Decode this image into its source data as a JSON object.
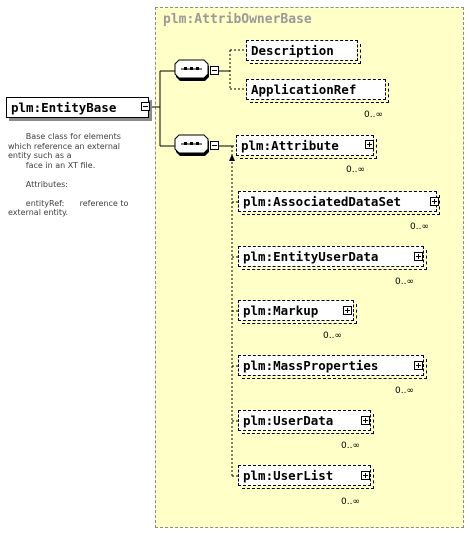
{
  "root": {
    "label": "plm:EntityBase"
  },
  "group": {
    "title": "plm:AttribOwnerBase"
  },
  "sequence1": {
    "items": [
      {
        "label": "Description",
        "card": ""
      },
      {
        "label": "ApplicationRef",
        "card": "0..∞"
      }
    ]
  },
  "sequence2": {
    "items": [
      {
        "label": "plm:Attribute",
        "card": "0..∞"
      },
      {
        "label": "plm:AssociatedDataSet",
        "card": "0..∞"
      },
      {
        "label": "plm:EntityUserData",
        "card": "0..∞"
      },
      {
        "label": "plm:Markup",
        "card": "0..∞"
      },
      {
        "label": "plm:MassProperties",
        "card": "0..∞"
      },
      {
        "label": "plm:UserData",
        "card": "0..∞"
      },
      {
        "label": "plm:UserList",
        "card": "0..∞"
      }
    ]
  },
  "documentation": {
    "lines": [
      "       Base class for elements",
      "which reference an external",
      "entity such as a",
      "       face in an XT file.",
      "",
      "       Attributes:",
      "",
      "       entityRef:      reference to",
      "external entity."
    ]
  }
}
